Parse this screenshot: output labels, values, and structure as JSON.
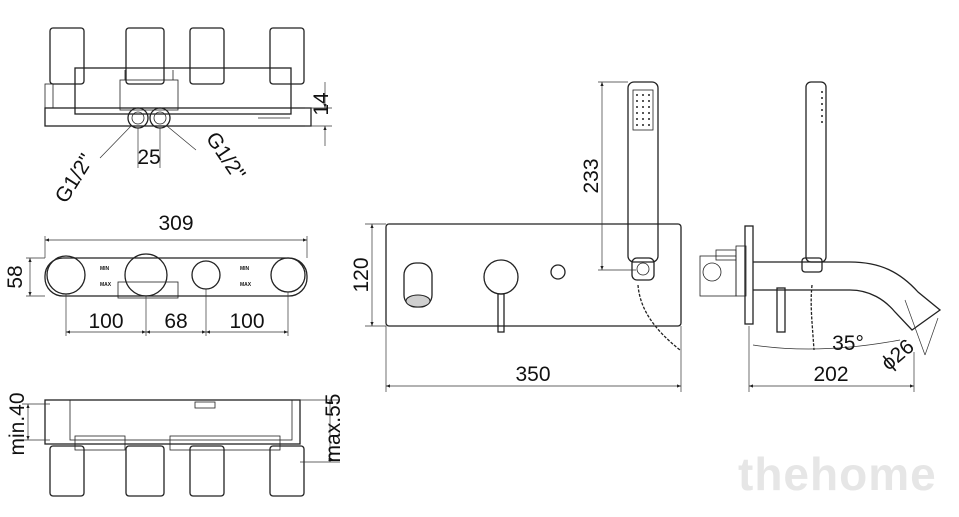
{
  "top_view": {
    "dim_height": "14",
    "dim_spacing": "25",
    "thread_left": "G1/2\"",
    "thread_right": "G1/2\""
  },
  "front_view": {
    "dim_width": "309",
    "dim_height": "58",
    "dim_a": "100",
    "dim_b": "68",
    "dim_c": "100",
    "min_label_left": "MIN",
    "max_label_left": "MAX",
    "min_label_right": "MIN",
    "max_label_right": "MAX"
  },
  "side_view": {
    "dim_min": "min.40",
    "dim_max": "max.55"
  },
  "panel_view": {
    "dim_height": "120",
    "dim_width": "350",
    "dim_shower": "233"
  },
  "profile_view": {
    "dim_angle": "35°",
    "dim_diameter": "ϕ26",
    "dim_reach": "202"
  },
  "watermark": "thehome"
}
